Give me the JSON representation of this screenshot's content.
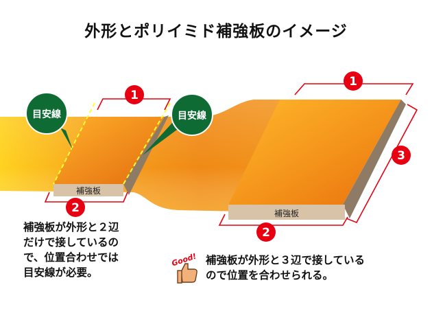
{
  "title": "外形とポリイミド補強板のイメージ",
  "bubble_label": "目安線",
  "plate_label": "補強板",
  "num1": "1",
  "num2": "2",
  "num3": "3",
  "good_label": "Good!",
  "note_left": "補強板が外形と２辺\nだけで接しているの\nで、位置合わせでは\n目安線が必要。",
  "note_right": "補強板が外形と３辺で接している\nので位置を合わせられる。",
  "colors": {
    "orange_light": "#ffb52a",
    "orange_dark": "#e9700e",
    "yellow": "#ffd21f",
    "plate": "#d8c3a8",
    "plate_side": "#8e7b66",
    "red": "#e60012",
    "green": "#0e6b34",
    "guide": "#ffff33"
  }
}
